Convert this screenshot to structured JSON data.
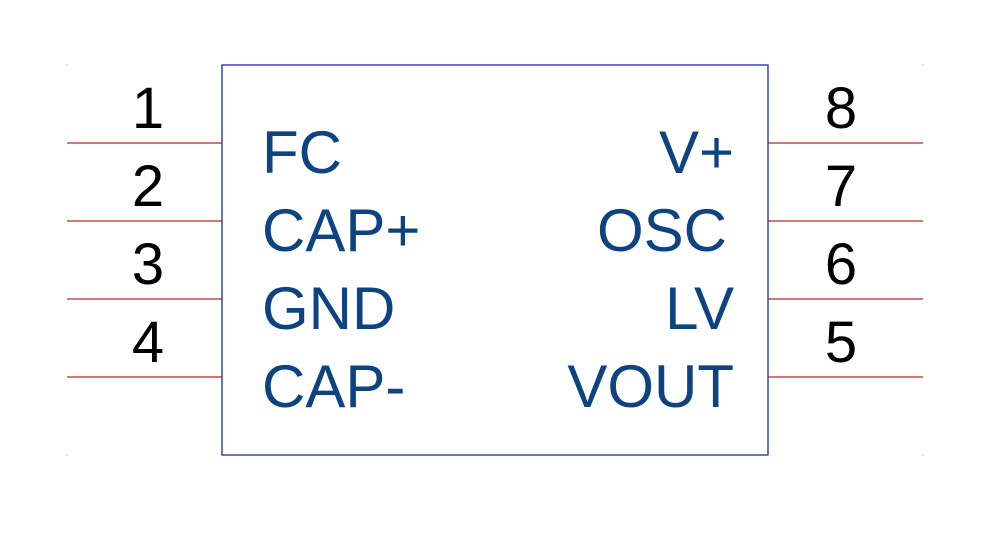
{
  "component": {
    "colors": {
      "pin_line": "#b8262b",
      "body_outline": "#1c2aa0",
      "pin_label": "#0c4380",
      "pin_number": "#000000",
      "background": "#ffffff"
    },
    "left_pins": [
      {
        "number": "1",
        "label": "FC"
      },
      {
        "number": "2",
        "label": "CAP+"
      },
      {
        "number": "3",
        "label": "GND"
      },
      {
        "number": "4",
        "label": "CAP-"
      }
    ],
    "right_pins": [
      {
        "number": "8",
        "label": "V+"
      },
      {
        "number": "7",
        "label": "OSC"
      },
      {
        "number": "6",
        "label": "LV"
      },
      {
        "number": "5",
        "label": "VOUT"
      }
    ]
  }
}
